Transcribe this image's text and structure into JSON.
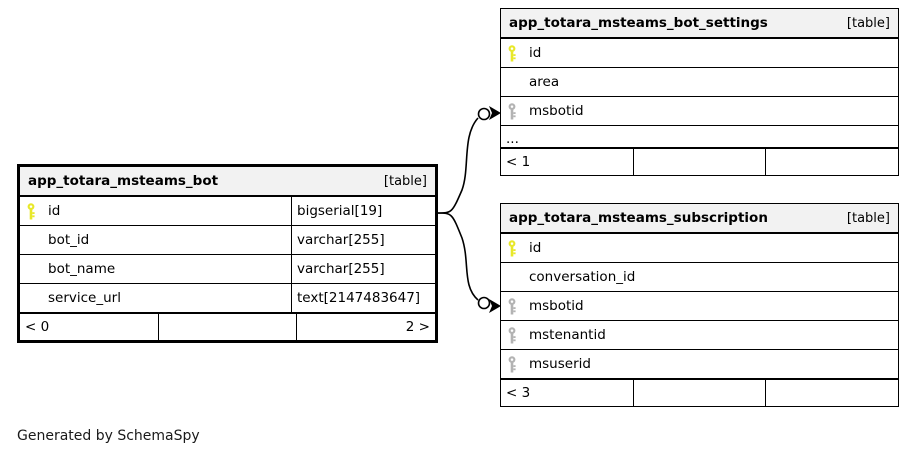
{
  "diagram": {
    "generator_credit": "Generated by SchemaSpy",
    "table_tag": "[table]",
    "ellipsis": "...",
    "colors": {
      "primary_key": "#e8e82a",
      "foreign_key": "#b3b3b3",
      "header_background": "#f2f2f2",
      "border": "#000000",
      "background": "#ffffff"
    }
  },
  "tables": [
    {
      "id": "app_totara_msteams_bot",
      "name": "app_totara_msteams_bot",
      "tag": "[table]",
      "emphasized": true,
      "show_types": true,
      "columns": [
        {
          "name": "id",
          "type": "bigserial[19]",
          "key": "primary"
        },
        {
          "name": "bot_id",
          "type": "varchar[255]",
          "key": "none"
        },
        {
          "name": "bot_name",
          "type": "varchar[255]",
          "key": "none"
        },
        {
          "name": "service_url",
          "type": "text[2147483647]",
          "key": "none"
        }
      ],
      "has_ellipsis": false,
      "footer": {
        "left": "< 0",
        "middle": "",
        "right": "2 >"
      }
    },
    {
      "id": "app_totara_msteams_bot_settings",
      "name": "app_totara_msteams_bot_settings",
      "tag": "[table]",
      "emphasized": false,
      "show_types": false,
      "columns": [
        {
          "name": "id",
          "type": "",
          "key": "primary"
        },
        {
          "name": "area",
          "type": "",
          "key": "none"
        },
        {
          "name": "msbotid",
          "type": "",
          "key": "foreign"
        }
      ],
      "has_ellipsis": true,
      "footer": {
        "left": "< 1",
        "middle": "",
        "right": ""
      }
    },
    {
      "id": "app_totara_msteams_subscription",
      "name": "app_totara_msteams_subscription",
      "tag": "[table]",
      "emphasized": false,
      "show_types": false,
      "columns": [
        {
          "name": "id",
          "type": "",
          "key": "primary"
        },
        {
          "name": "conversation_id",
          "type": "",
          "key": "none"
        },
        {
          "name": "msbotid",
          "type": "",
          "key": "foreign"
        },
        {
          "name": "mstenantid",
          "type": "",
          "key": "foreign"
        },
        {
          "name": "msuserid",
          "type": "",
          "key": "foreign"
        }
      ],
      "has_ellipsis": false,
      "footer": {
        "left": "< 3",
        "middle": "",
        "right": ""
      }
    }
  ],
  "relationships": [
    {
      "from_table": "app_totara_msteams_bot",
      "from_column": "id",
      "to_table": "app_totara_msteams_bot_settings",
      "to_column": "msbotid",
      "cardinality": "zero-or-more"
    },
    {
      "from_table": "app_totara_msteams_bot",
      "from_column": "id",
      "to_table": "app_totara_msteams_subscription",
      "to_column": "msbotid",
      "cardinality": "zero-or-more"
    }
  ]
}
